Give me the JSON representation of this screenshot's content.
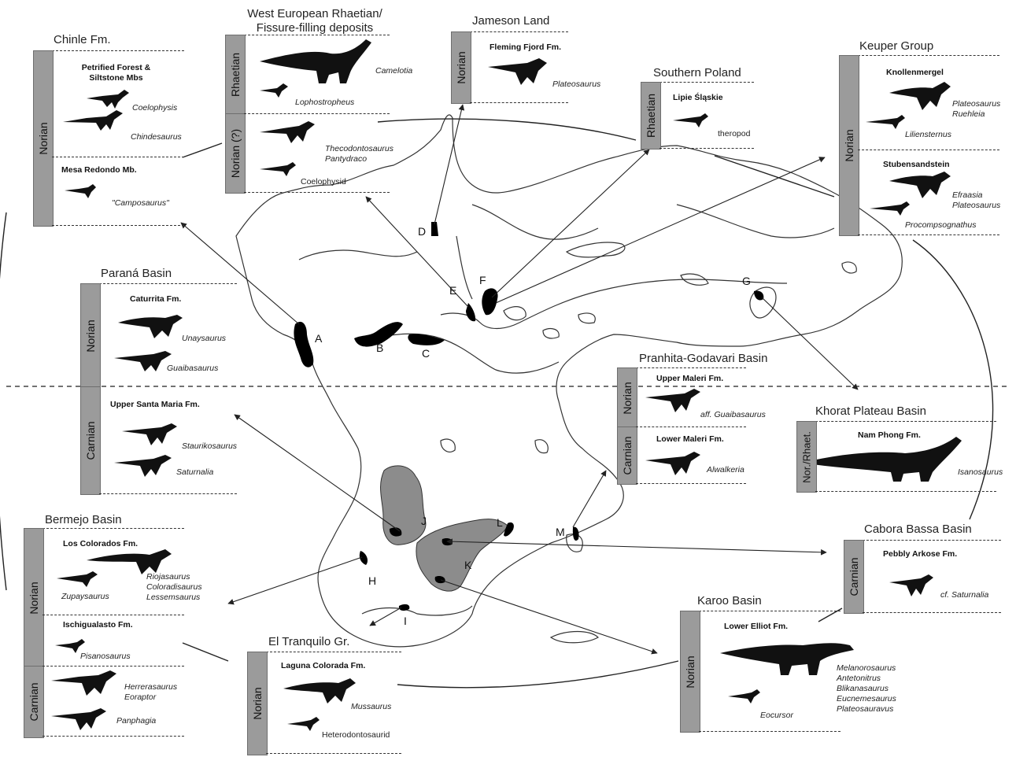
{
  "panels": {
    "chinle": {
      "title": "Chinle Fm.",
      "stage": "Norian",
      "fm1": "Petrified Forest &\nSiltstone Mbs",
      "sp1a": "Coelophysis",
      "sp1b": "Chindesaurus",
      "fm2": "Mesa Redondo Mb.",
      "sp2": "\"Camposaurus\""
    },
    "westeuro": {
      "title_l1": "West European Rhaetian/",
      "title_l2": "Fissure-filling deposits",
      "stage1": "Rhaetian",
      "stage2": "Norian (?)",
      "sp1": "Camelotia",
      "sp2": "Lophostropheus",
      "sp3": "Thecodontosaurus\nPantydraco",
      "sp4": "Coelophysid"
    },
    "jameson": {
      "title": "Jameson Land",
      "stage": "Norian",
      "fm": "Fleming Fjord Fm.",
      "sp": "Plateosaurus"
    },
    "poland": {
      "title": "Southern Poland",
      "stage": "Rhaetian",
      "fm": "Lipie Śląskie",
      "sp": "theropod"
    },
    "keuper": {
      "title": "Keuper Group",
      "stage": "Norian",
      "fm1": "Knollenmergel",
      "sp1": "Plateosaurus\nRuehleia",
      "sp2": "Liliensternus",
      "fm2": "Stubensandstein",
      "sp3": "Efraasia\nPlateosaurus",
      "sp4": "Procompsognathus"
    },
    "parana": {
      "title": "Paraná Basin",
      "stage1": "Norian",
      "stage2": "Carnian",
      "fm1": "Caturrita Fm.",
      "sp1": "Unaysaurus",
      "sp2": "Guaibasaurus",
      "fm2": "Upper Santa Maria Fm.",
      "sp3": "Staurikosaurus",
      "sp4": "Saturnalia"
    },
    "pranhita": {
      "title": "Pranhita-Godavari Basin",
      "stage1": "Norian",
      "stage2": "Carnian",
      "fm1": "Upper Maleri Fm.",
      "sp1": "aff. Guaibasaurus",
      "fm2": "Lower Maleri Fm.",
      "sp2": "Alwalkeria"
    },
    "khorat": {
      "title": "Khorat Plateau Basin",
      "stage": "Nor./Rhaet.",
      "fm": "Nam Phong Fm.",
      "sp": "Isanosaurus"
    },
    "bermejo": {
      "title": "Bermejo Basin",
      "stage1": "Norian",
      "stage2": "Carnian",
      "fm1": "Los Colorados Fm.",
      "sp1": "Zupaysaurus",
      "sp2": "Riojasaurus\nColoradisaurus\nLessemsaurus",
      "fm2": "Ischigualasto Fm.",
      "sp3": "Pisanosaurus",
      "sp4": "Herrerasaurus\nEoraptor",
      "sp5": "Panphagia"
    },
    "cabora": {
      "title": "Cabora Bassa Basin",
      "stage": "Carnian",
      "fm": "Pebbly Arkose Fm.",
      "sp": "cf. Saturnalia"
    },
    "karoo": {
      "title": "Karoo Basin",
      "stage": "Norian",
      "fm": "Lower Elliot Fm.",
      "sp1": "Melanorosaurus\nAntetonitrus\nBlikanasaurus\nEucnemesaurus\nPlateosauravus",
      "sp2": "Eocursor"
    },
    "tranquilo": {
      "title": "El Tranquilo Gr.",
      "stage": "Norian",
      "fm": "Laguna Colorada Fm.",
      "sp1": "Mussaurus",
      "sp2": "Heterodontosaurid"
    }
  },
  "localities": [
    "A",
    "B",
    "C",
    "D",
    "E",
    "F",
    "G",
    "H",
    "I",
    "J",
    "K",
    "L",
    "M"
  ],
  "colors": {
    "bar": "#9b9b9b",
    "fossil": "#000000",
    "land_gray": "#8c8c8c",
    "outline": "#333333"
  }
}
